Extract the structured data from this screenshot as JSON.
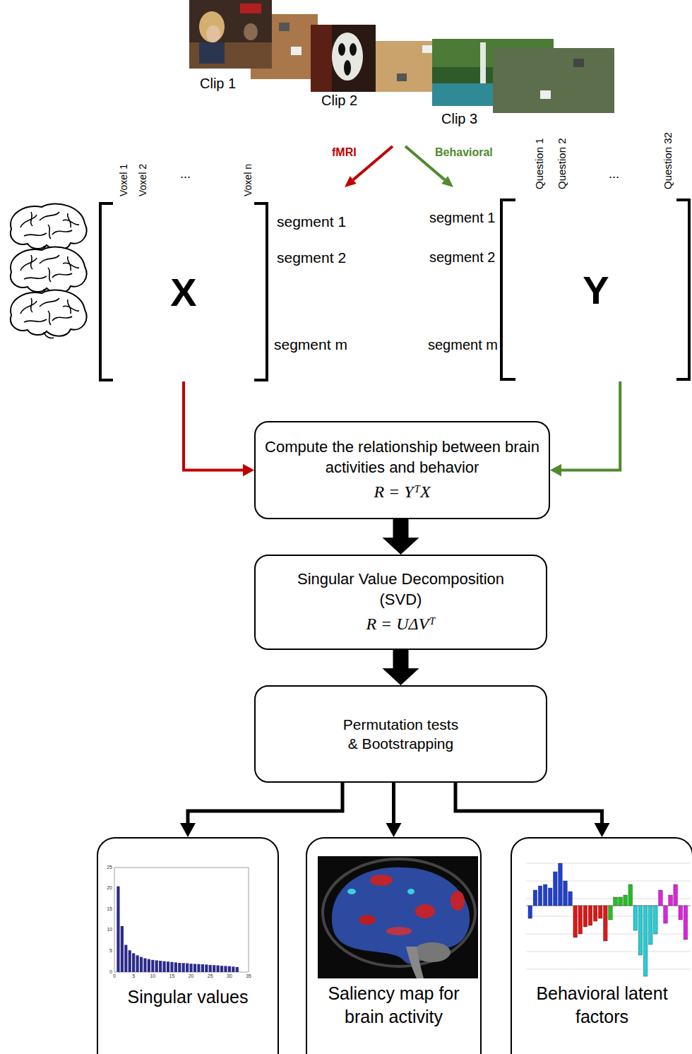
{
  "diagram": {
    "nodes": [
      {
        "text": [
          "X"
        ]
      },
      {
        "text": [
          "Y"
        ]
      },
      {
        "text": [
          "Compute the relationship between brain activities and behavior",
          "R = YᵀX"
        ]
      },
      {
        "text": [
          "Singular Value Decomposition (SVD)",
          "R = UΔVᵀ"
        ]
      },
      {
        "text": [
          "Permutation tests & Bootstrapping"
        ]
      },
      {
        "text": [
          "Singular values"
        ]
      },
      {
        "text": [
          "Saliency map for brain activity"
        ]
      },
      {
        "text": [
          "Behavioral latent factors"
        ]
      }
    ],
    "edges": [
      {
        "from": 0,
        "to": 2,
        "arrow": "to"
      },
      {
        "from": 1,
        "to": 2,
        "arrow": "to"
      },
      {
        "from": 2,
        "to": 3,
        "arrow": "to"
      },
      {
        "from": 3,
        "to": 4,
        "arrow": "to"
      },
      {
        "from": 4,
        "to": 5,
        "arrow": "to"
      },
      {
        "from": 4,
        "to": 6,
        "arrow": "to"
      },
      {
        "from": 4,
        "to": 7,
        "arrow": "to"
      }
    ],
    "labels": [
      "Clip 1",
      "Clip 2",
      "Clip 3",
      "fMRI",
      "Behavioral",
      "Voxel 1",
      "Voxel 2",
      "...",
      "Voxel n",
      "segment 1",
      "segment 2",
      "segment m",
      "segment 1",
      "segment 2",
      "segment m",
      "Question 1",
      "Question 2",
      "...",
      "Question 32",
      "25",
      "20",
      "15",
      "10",
      "5",
      "0",
      "0",
      "5",
      "10",
      "15",
      "20",
      "25",
      "30",
      "35"
    ]
  }
}
